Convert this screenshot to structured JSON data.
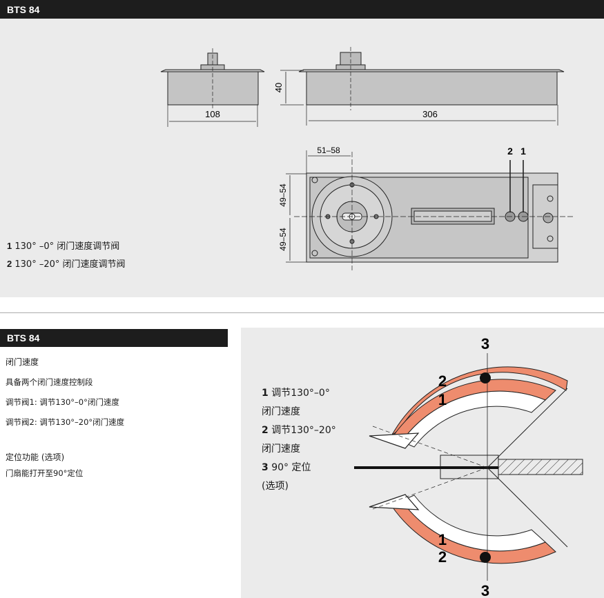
{
  "top_section": {
    "title": "BTS 84",
    "dimensions": {
      "width_side": "108",
      "length": "306",
      "height": "40",
      "offset": "51–58",
      "half_width_top": "49–54",
      "half_width_bottom": "49–54",
      "valve_label_2": "2",
      "valve_label_1": "1"
    },
    "legend": [
      {
        "num": "1",
        "text": "130° –0° 闭门速度调节阀"
      },
      {
        "num": "2",
        "text": "130° –20° 闭门速度调节阀"
      }
    ]
  },
  "bottom_section": {
    "title": "BTS 84",
    "closing_speed_heading": "闭门速度",
    "closing_speed_lines": [
      "具备两个闭门速度控制段",
      "调节阀1: 调节130°–0°闭门速度",
      "调节阀2: 调节130°–20°闭门速度"
    ],
    "hold_open_heading": "定位功能 (选项)",
    "hold_open_text": "门扇能打开至90°定位"
  },
  "diagram": {
    "legend_lines": [
      {
        "num": "1",
        "text": "调节130°–0°"
      },
      {
        "num": "",
        "text": "闭门速度"
      },
      {
        "num": "2",
        "text": "调节130°–20°"
      },
      {
        "num": "",
        "text": "闭门速度"
      },
      {
        "num": "3",
        "text": "90° 定位"
      },
      {
        "num": "",
        "text": "(选项)"
      }
    ],
    "labels": {
      "top3": "3",
      "bottom3": "3",
      "top2": "2",
      "top1": "1",
      "bottom1": "1",
      "bottom2": "2"
    },
    "colors": {
      "orange": "#ee8c6e",
      "panel": "#ebebeb"
    }
  }
}
